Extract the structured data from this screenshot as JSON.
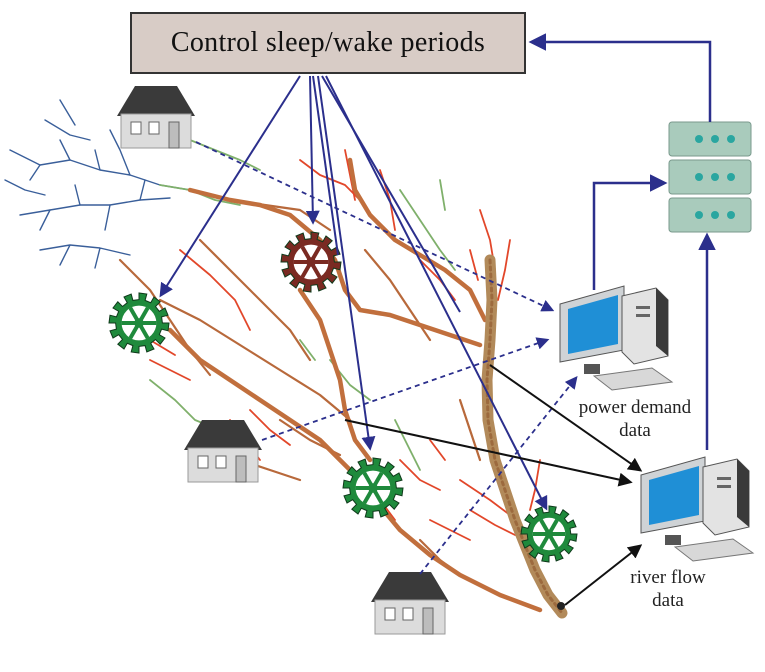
{
  "control": {
    "label": "Control sleep/wake periods"
  },
  "nodes": {
    "power_demand": {
      "line1": "power demand",
      "line2": "data"
    },
    "river_flow": {
      "line1": "river flow",
      "line2": "data"
    }
  },
  "colors": {
    "control_arrow": "#2b2f8c",
    "data_arrow": "#111111",
    "gear_active": "#1f8a3c",
    "gear_sleeping": "#7a2a22",
    "river_main": "#b28a5a",
    "river_branch_red": "#e2472a",
    "river_branch_brown": "#b8693b",
    "river_branch_green": "#7fb06b",
    "river_branch_blue": "#3a5f9a",
    "screen": "#1f8fd6",
    "server": "#a9cbbc",
    "house_roof": "#3a3a3a",
    "house_wall": "#d7d7d7",
    "control_box_fill": "#d8ccc6"
  },
  "icons": [
    "house-icon",
    "gear-icon",
    "computer-icon",
    "server-icon"
  ]
}
